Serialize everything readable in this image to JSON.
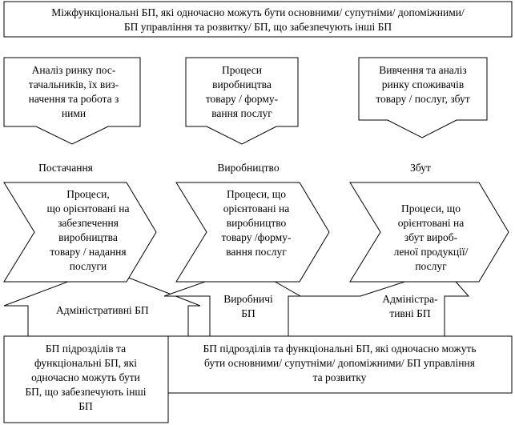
{
  "top_box": {
    "lines": [
      "Міжфункціональні БП, які одночасно можуть бути основними/ супутніми/ допоміжними/",
      "БП управління та розвитку/ БП, що забезпечують інші БП"
    ]
  },
  "columns": [
    {
      "callout_lines": [
        "Аналіз ринку пос-",
        "тачальників, їх виз-",
        "начення та робота з",
        "ними"
      ],
      "label": "Постачання",
      "chevron_lines": [
        "Процеси,",
        "що орієнтовані на",
        "забезпечення",
        "виробництва",
        "товару / надання",
        "послуги"
      ]
    },
    {
      "callout_lines": [
        "Процеси",
        "виробництва",
        "товару / форму-",
        "вання послуг"
      ],
      "label": "Виробництво",
      "chevron_lines": [
        "Процеси, що",
        "орієнтовані на",
        "виробництво",
        "товару /форму-",
        "вання послуг"
      ]
    },
    {
      "callout_lines": [
        "Вивчення та аналіз",
        "ринку споживачів",
        "товару / послуг, збут"
      ],
      "label": "Збут",
      "chevron_lines": [
        "Процеси, що",
        "орієнтовані на",
        "збут вироб-",
        "леної продукції/",
        "послуг"
      ]
    }
  ],
  "support": {
    "admin_left_label": "Адміністративні БП",
    "production_lines": [
      "Виробничі",
      "БП"
    ],
    "admin_right_lines": [
      "Адміністра-",
      "тивні БП"
    ]
  },
  "bottom_left_lines": [
    "БП підрозділів та",
    "функціональні БП, які",
    "одночасно можуть бути",
    "БП, що забезпечують інші",
    "БП"
  ],
  "bottom_right_lines": [
    "БП підрозділів та функціональні БП, які одночасно можуть",
    "бути основними/ супутніми/ допоміжними/ БП управління",
    "та розвитку"
  ]
}
